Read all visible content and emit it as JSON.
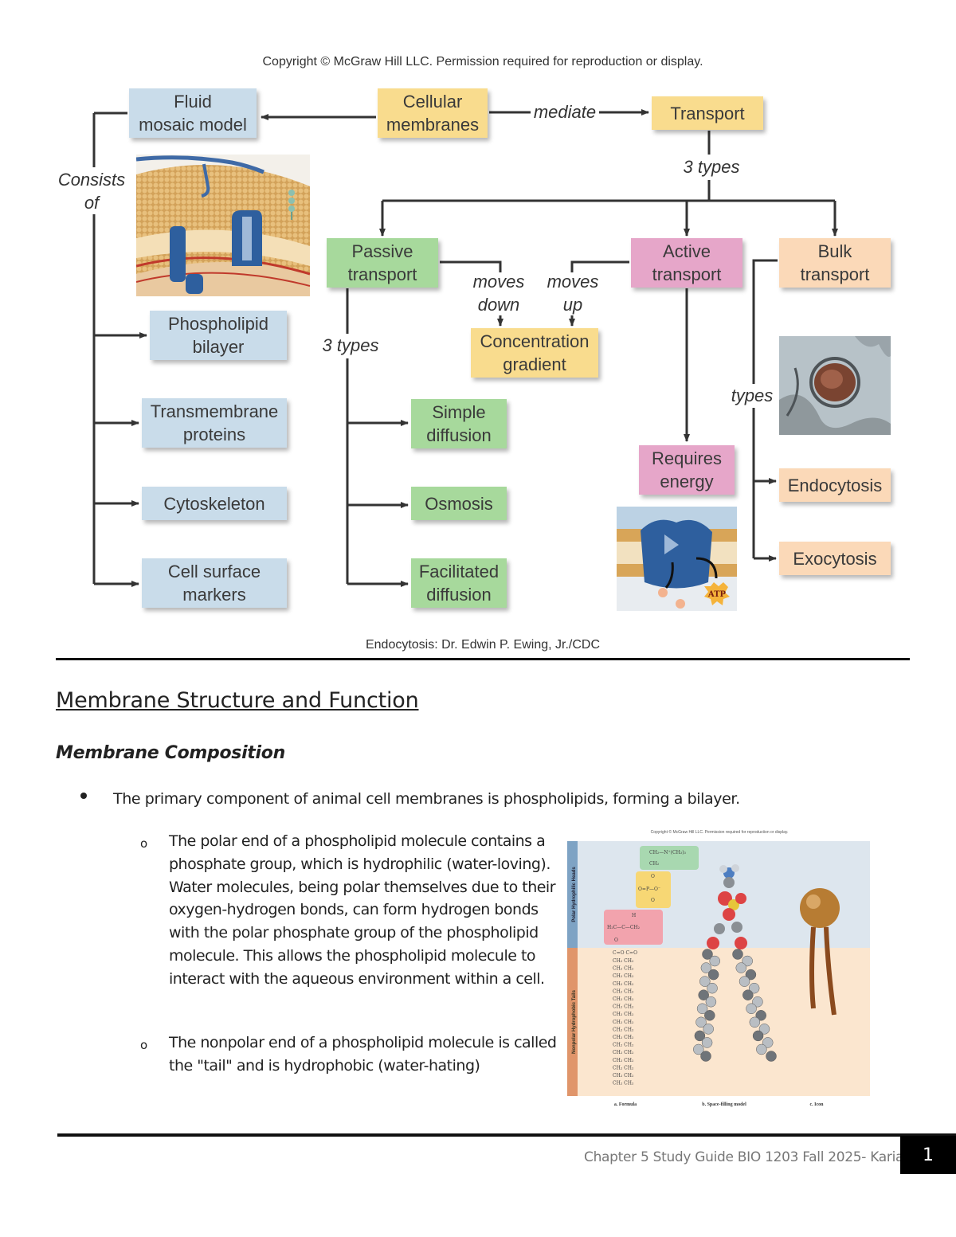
{
  "concept_map": {
    "copyright": "Copyright © McGraw Hill LLC. Permission required for reproduction or display.",
    "credit": "Endocytosis: Dr. Edwin P. Ewing, Jr./CDC",
    "nodes": {
      "fluid_mosaic": "Fluid\nmosaic model",
      "cellular_membranes": "Cellular\nmembranes",
      "transport": "Transport",
      "passive": "Passive\ntransport",
      "active": "Active\ntransport",
      "bulk": "Bulk\ntransport",
      "phospholipid": "Phospholipid\nbilayer",
      "transmembrane": "Transmembrane\nproteins",
      "cytoskeleton": "Cytoskeleton",
      "cell_surface": "Cell surface\nmarkers",
      "concentration": "Concentration\ngradient",
      "simple_diffusion": "Simple\ndiffusion",
      "osmosis": "Osmosis",
      "facilitated": "Facilitated\ndiffusion",
      "requires_energy": "Requires\nenergy",
      "endocytosis": "Endocytosis",
      "exocytosis": "Exocytosis"
    },
    "labels": {
      "mediate": "mediate",
      "three_types_top": "3 types",
      "three_types_passive": "3 types",
      "consists_of": "Consists\nof",
      "moves_down": "moves\ndown",
      "moves_up": "moves\nup",
      "types": "types",
      "atp": "ATP"
    },
    "colors": {
      "blue": "#c9dcea",
      "yellow": "#f9dc8e",
      "green": "#a7d99c",
      "pink": "#e6a6c9",
      "peach": "#fbd9b8"
    }
  },
  "section": {
    "heading": "Membrane Structure and Function",
    "subheading": "Membrane Composition",
    "bullet": "The primary component of animal cell membranes is phospholipids, forming a bilayer.",
    "sub_bullets": [
      " The polar end of a phospholipid molecule contains a phosphate group, which is hydrophilic (water-loving). Water molecules, being polar themselves due to their oxygen-hydrogen bonds, can form hydrogen bonds with the polar phosphate group of the phospholipid molecule. This allows the phospholipid molecule to interact with the aqueous environment within a cell.",
      "The nonpolar end of a phospholipid molecule is called the \"tail\" and is hydrophobic (water-hating)"
    ],
    "sub_marker": "o"
  },
  "figure": {
    "copyright": "Copyright © McGraw Hill LLC. Permission required for reproduction or display.",
    "heads_label": "Polar Hydrophilic Heads",
    "tails_label": "Nonpolar Hydrophobic Tails",
    "captions": [
      "a. Formula",
      "b. Space-filling model",
      "c. Icon"
    ],
    "formula": {
      "choline": "CH₂—N⁺(CH₃)₃",
      "ch2": "CH₂",
      "o": "O",
      "phosphate": "O=P—O⁻",
      "glycerol": "H₂C—C—CH₂",
      "h": "H",
      "carbonyl": "C=O C=O",
      "tail_unit": "CH₂ CH₂"
    },
    "colors": {
      "heads_bg": "#dde6ee",
      "tails_bg": "#fbe6cf",
      "heads_bar": "#7ea3c4",
      "tails_bar": "#e0956a"
    }
  },
  "footer": {
    "text": "Chapter 5 Study Guide BIO 1203 Fall 2025- Karia",
    "page": "1"
  }
}
